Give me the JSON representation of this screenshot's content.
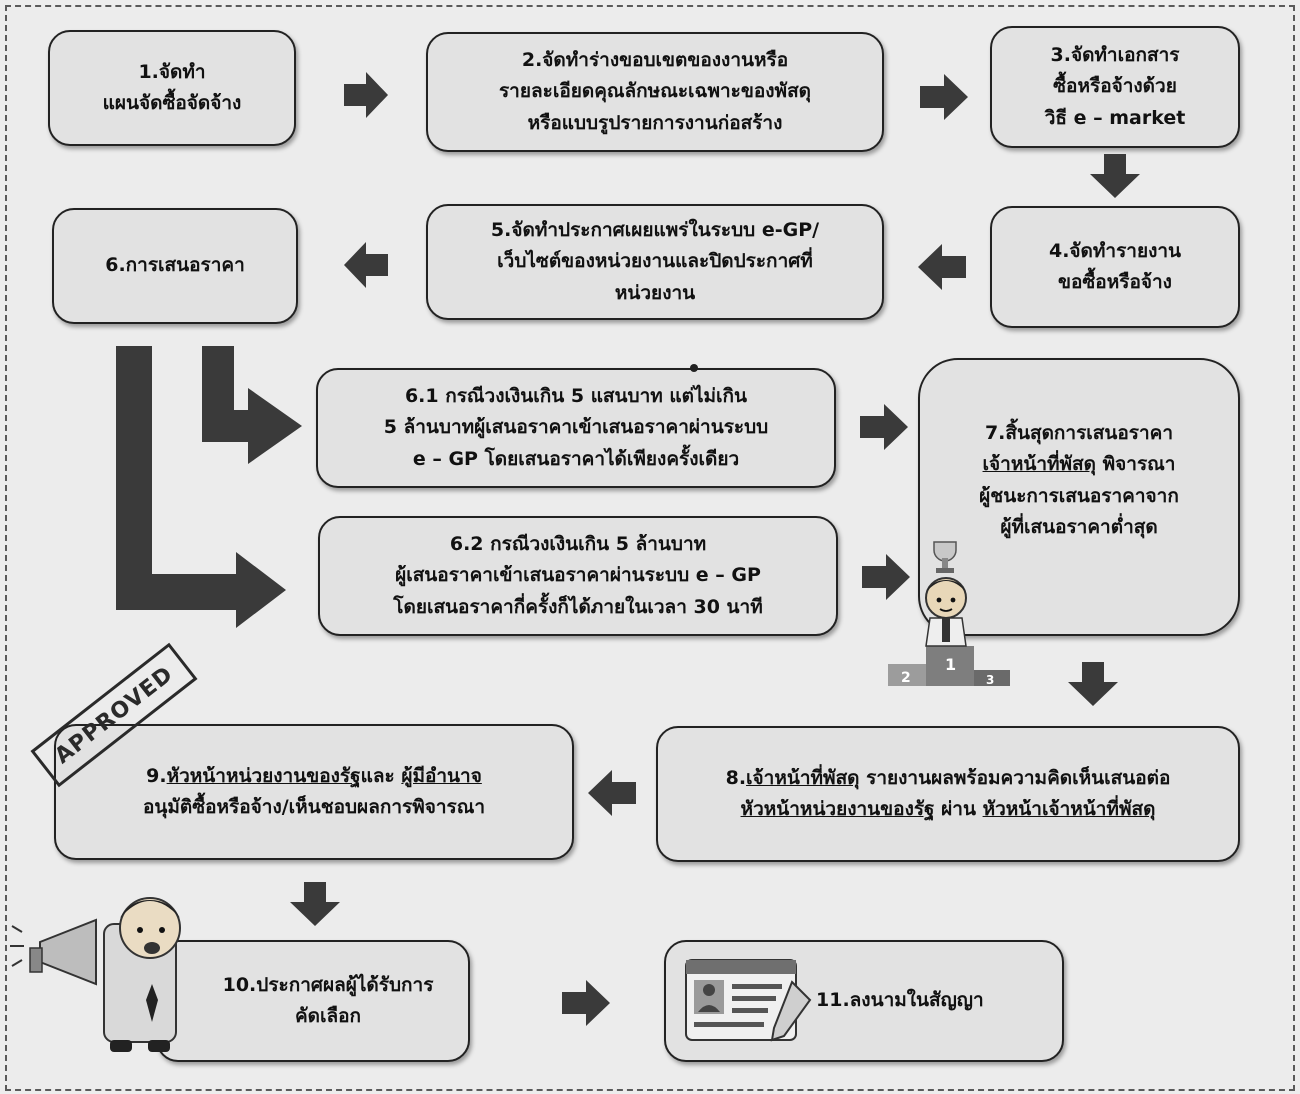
{
  "steps": {
    "s1": [
      "1.จัดทำ",
      "แผนจัดซื้อจัดจ้าง"
    ],
    "s2": [
      "2.จัดทำร่างขอบเขตของงานหรือ",
      "รายละเอียดคุณลักษณะเฉพาะของพัสดุ",
      "หรือแบบรูปรายการงานก่อสร้าง"
    ],
    "s3": [
      "3.จัดทำเอกสาร",
      "ซื้อหรือจ้างด้วย",
      "วิธี e – market"
    ],
    "s4": [
      "4.จัดทำรายงาน",
      "ขอซื้อหรือจ้าง"
    ],
    "s5": [
      "5.จัดทำประกาศเผยแพร่ในระบบ e-GP/",
      "เว็บไซต์ของหน่วยงานและปิดประกาศที่",
      "หน่วยงาน"
    ],
    "s6": [
      "6.การเสนอราคา"
    ],
    "s61": [
      "6.1 กรณีวงเงินเกิน 5 แสนบาท แต่ไม่เกิน",
      "5 ล้านบาทผู้เสนอราคาเข้าเสนอราคาผ่านระบบ",
      "e – GP โดยเสนอราคาได้เพียงครั้งเดียว"
    ],
    "s62": [
      "6.2 กรณีวงเงินเกิน 5 ล้านบาท",
      "ผู้เสนอราคาเข้าเสนอราคาผ่านระบบ e – GP",
      "โดยเสนอราคากี่ครั้งก็ได้ภายในเวลา 30 นาที"
    ],
    "s7": {
      "line1": "7.สิ้นสุดการเสนอราคา",
      "line2_u": "เจ้าหน้าที่พัสดุ",
      "line2_rest": " พิจารณา",
      "line3": "ผู้ชนะการเสนอราคาจาก",
      "line4": "ผู้ที่เสนอราคาต่ำสุด"
    },
    "s8": {
      "a_num": "8.",
      "a_u": "เจ้าหน้าที่พัสดุ",
      "a_rest": " รายงานผลพร้อมความคิดเห็นเสนอต่อ",
      "b_u1": "หัวหน้าหน่วยงานของรัฐ",
      "b_mid": " ผ่าน ",
      "b_u2": "หัวหน้าเจ้าหน้าที่พัสดุ"
    },
    "s9": {
      "a_num": "9.",
      "a_u1": "หัวหน้าหน่วยงานของรัฐ",
      "a_mid": "และ ",
      "a_u2": "ผู้มีอำนาจ",
      "b": "อนุมัติซื้อหรือจ้าง/เห็นชอบผลการพิจารณา"
    },
    "s10": [
      "10.ประกาศผลผู้ได้รับการ",
      "คัดเลือก"
    ],
    "s11": [
      "11.ลงนามในสัญญา"
    ]
  },
  "stamp": "APPROVED",
  "podium": {
    "first": "1",
    "second": "2",
    "third": "3"
  },
  "colors": {
    "box_fill": "#e2e2e2",
    "arrow": "#3a3a3a",
    "border": "#222222",
    "background": "#ececec"
  }
}
